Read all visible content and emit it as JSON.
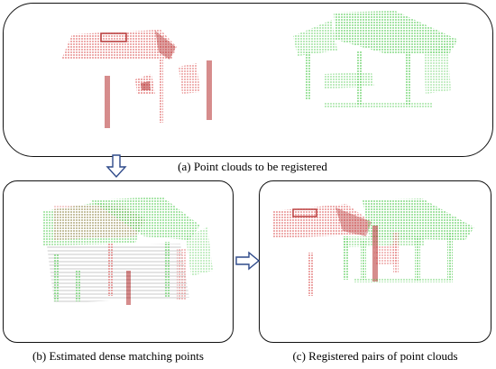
{
  "captions": {
    "a": "(a) Point clouds to be registered",
    "b": "(b) Estimated dense matching points",
    "c": "(c) Registered pairs of point clouds"
  },
  "colors": {
    "source_cloud": "#e06a6a",
    "target_cloud": "#5fcf5f",
    "matching_lines": "#9a9a9a",
    "arrow_fill": "#ffffff",
    "arrow_stroke": "#2f4a8a"
  },
  "icons": {
    "down_arrow": "arrow-down-icon",
    "right_arrow": "arrow-right-icon"
  }
}
